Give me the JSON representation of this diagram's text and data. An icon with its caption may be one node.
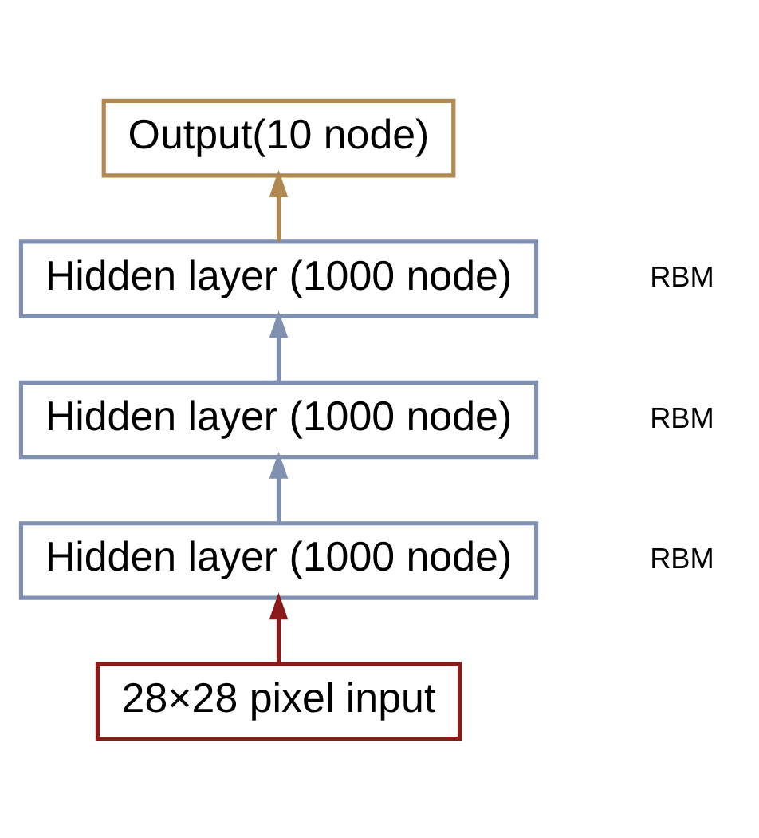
{
  "diagram": {
    "nodes": [
      {
        "text": [
          "Output(10 node)"
        ]
      },
      {
        "text": [
          "Hidden layer (1000 node)"
        ]
      },
      {
        "text": [
          "Hidden layer (1000 node)"
        ]
      },
      {
        "text": [
          "Hidden layer (1000 node)"
        ]
      },
      {
        "text": [
          "28×28 pixel input"
        ]
      }
    ],
    "edges": [
      {
        "from": 4,
        "to": 3,
        "arrow": "to",
        "color": "#8b1a1a"
      },
      {
        "from": 3,
        "to": 2,
        "arrow": "to"
      },
      {
        "from": 2,
        "to": 1,
        "arrow": "to"
      },
      {
        "from": 1,
        "to": 0,
        "arrow": "to",
        "color": "#b08850"
      }
    ],
    "labels": [
      "RBM",
      "RBM",
      "RBM"
    ]
  }
}
